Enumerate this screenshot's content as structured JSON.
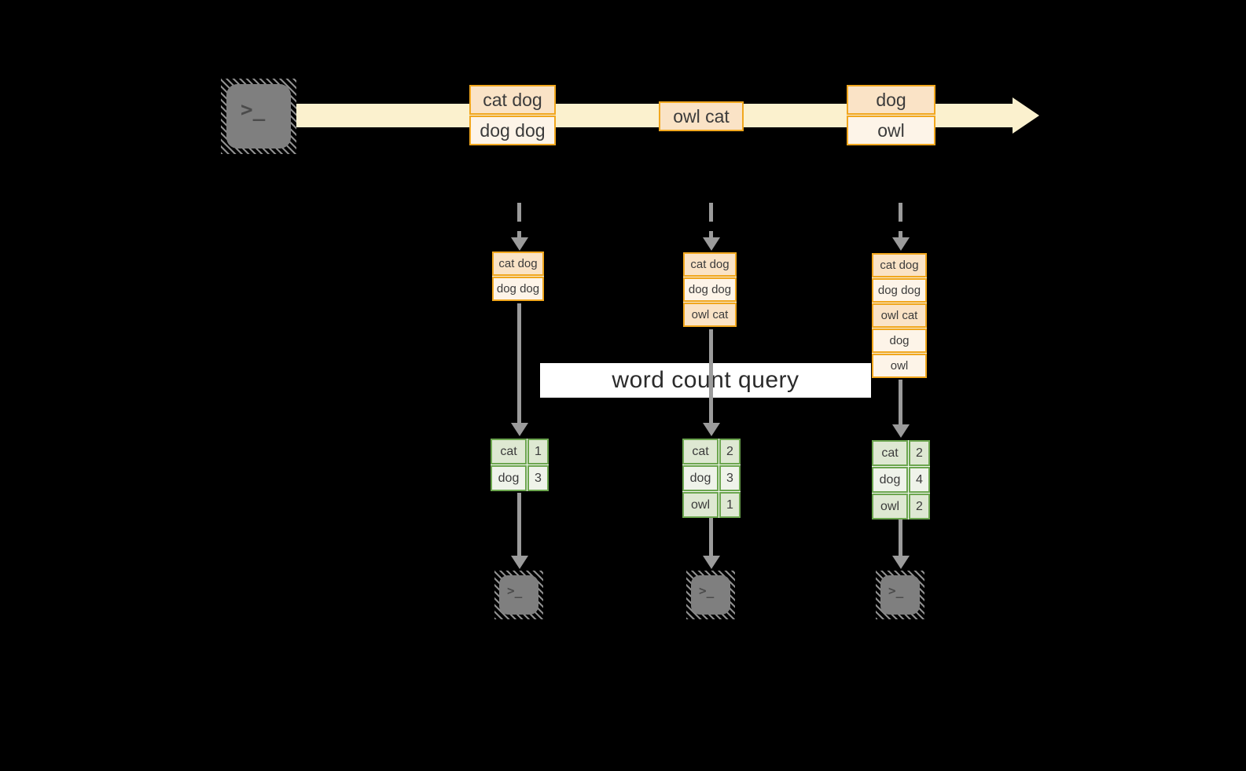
{
  "query_label": "word count query",
  "terminal_glyph": ">_",
  "stream_batches": [
    {
      "rows": [
        "cat dog",
        "dog dog"
      ]
    },
    {
      "rows": [
        "owl cat"
      ]
    },
    {
      "rows": [
        "dog",
        "owl"
      ]
    }
  ],
  "columns": [
    {
      "state_rows": [
        "cat dog",
        "dog dog"
      ],
      "counts": [
        [
          "cat",
          "1"
        ],
        [
          "dog",
          "3"
        ]
      ]
    },
    {
      "state_rows": [
        "cat dog",
        "dog dog",
        "owl cat"
      ],
      "counts": [
        [
          "cat",
          "2"
        ],
        [
          "dog",
          "3"
        ],
        [
          "owl",
          "1"
        ]
      ]
    },
    {
      "state_rows": [
        "cat dog",
        "dog dog",
        "owl cat",
        "dog",
        "owl"
      ],
      "counts": [
        [
          "cat",
          "2"
        ],
        [
          "dog",
          "4"
        ],
        [
          "owl",
          "2"
        ]
      ]
    }
  ],
  "colors": {
    "background": "#000000",
    "stream_band": "#FBF1CE",
    "orange_border": "#F1A71E",
    "peach_fill": "#FAE3C6",
    "cream_fill": "#FDF4E8",
    "green_border": "#6CA64F",
    "green_fill_dark": "#DEE8D2",
    "green_fill_light": "#EFF3EA",
    "arrow_gray": "#9B9B9B",
    "terminal_gray": "#7F7F7F"
  }
}
